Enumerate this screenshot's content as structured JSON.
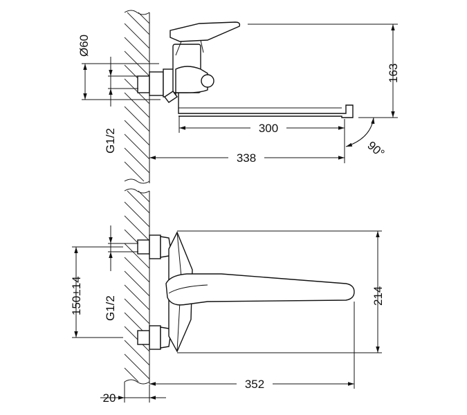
{
  "dimensions": {
    "top_view": {
      "diameter": "Ø60",
      "thread": "G1/2",
      "spout_length": "300",
      "total_length": "338",
      "height": "163",
      "rotation": "90°"
    },
    "front_view": {
      "center_distance": "150±14",
      "thread": "G1/2",
      "height": "214",
      "total_length": "352",
      "wall_offset": "20"
    }
  }
}
